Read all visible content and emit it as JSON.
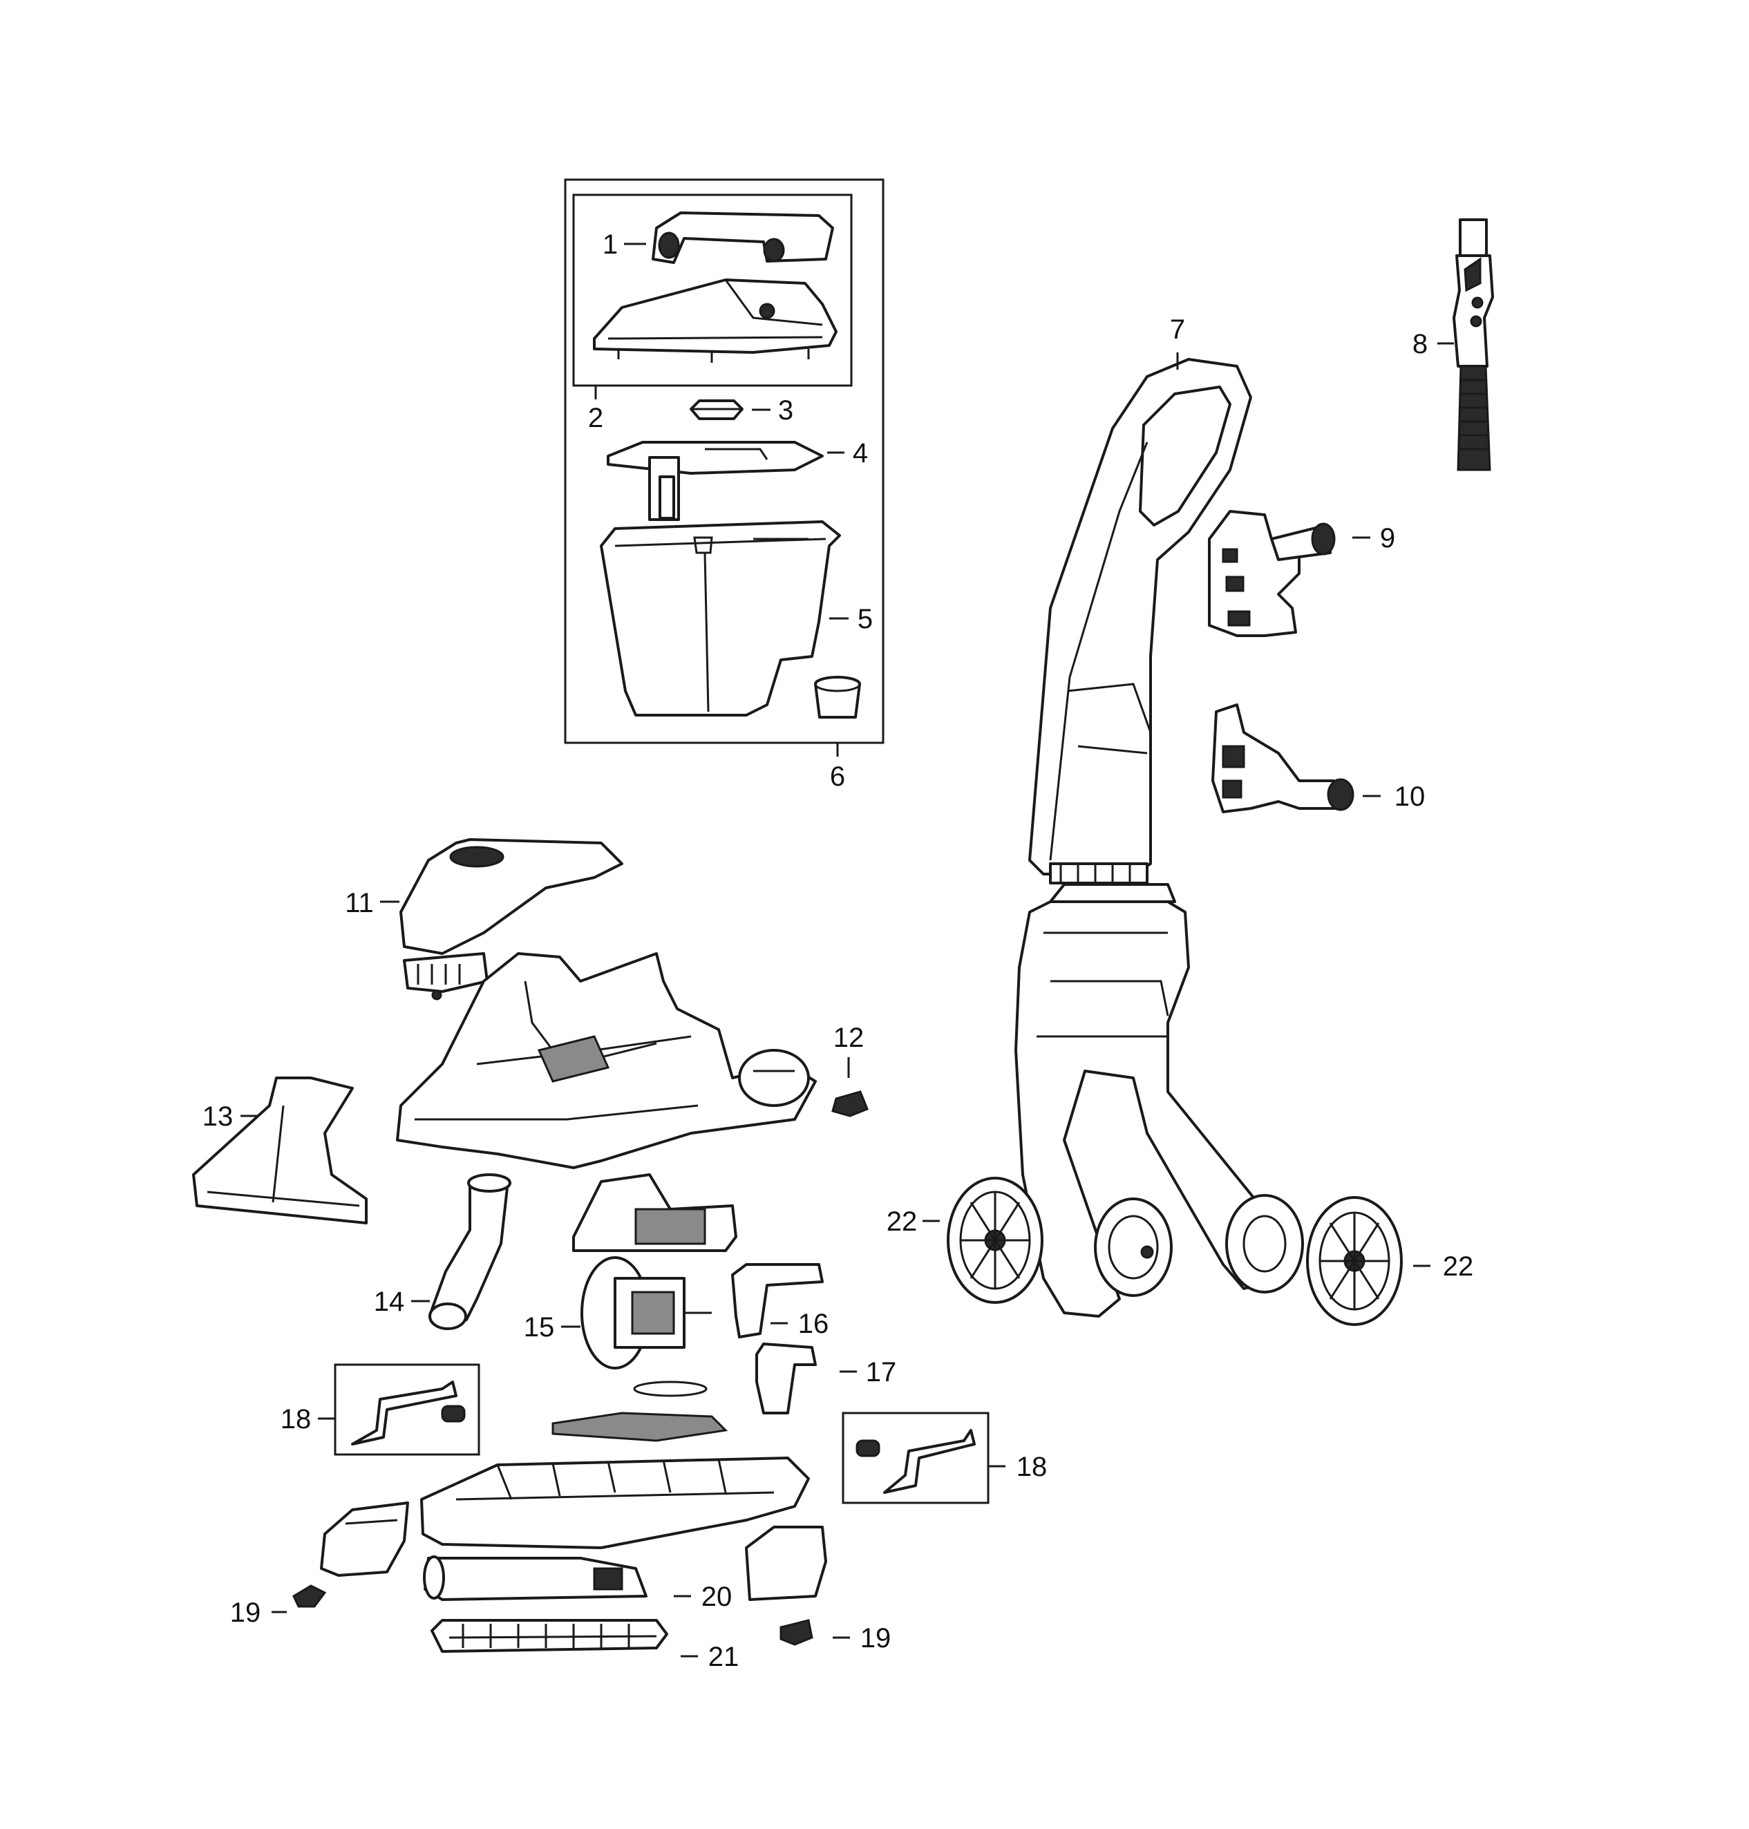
{
  "callouts": [
    {
      "id": "1",
      "label": "1"
    },
    {
      "id": "2",
      "label": "2"
    },
    {
      "id": "3",
      "label": "3"
    },
    {
      "id": "4",
      "label": "4"
    },
    {
      "id": "5",
      "label": "5"
    },
    {
      "id": "6",
      "label": "6"
    },
    {
      "id": "7",
      "label": "7"
    },
    {
      "id": "8",
      "label": "8"
    },
    {
      "id": "9",
      "label": "9"
    },
    {
      "id": "10",
      "label": "10"
    },
    {
      "id": "11",
      "label": "11"
    },
    {
      "id": "12",
      "label": "12"
    },
    {
      "id": "13",
      "label": "13"
    },
    {
      "id": "14",
      "label": "14"
    },
    {
      "id": "15",
      "label": "15"
    },
    {
      "id": "16",
      "label": "16"
    },
    {
      "id": "17",
      "label": "17"
    },
    {
      "id": "18a",
      "label": "18"
    },
    {
      "id": "18b",
      "label": "18"
    },
    {
      "id": "19a",
      "label": "19"
    },
    {
      "id": "19b",
      "label": "19"
    },
    {
      "id": "20",
      "label": "20"
    },
    {
      "id": "21",
      "label": "21"
    },
    {
      "id": "22a",
      "label": "22"
    },
    {
      "id": "22b",
      "label": "22"
    }
  ]
}
